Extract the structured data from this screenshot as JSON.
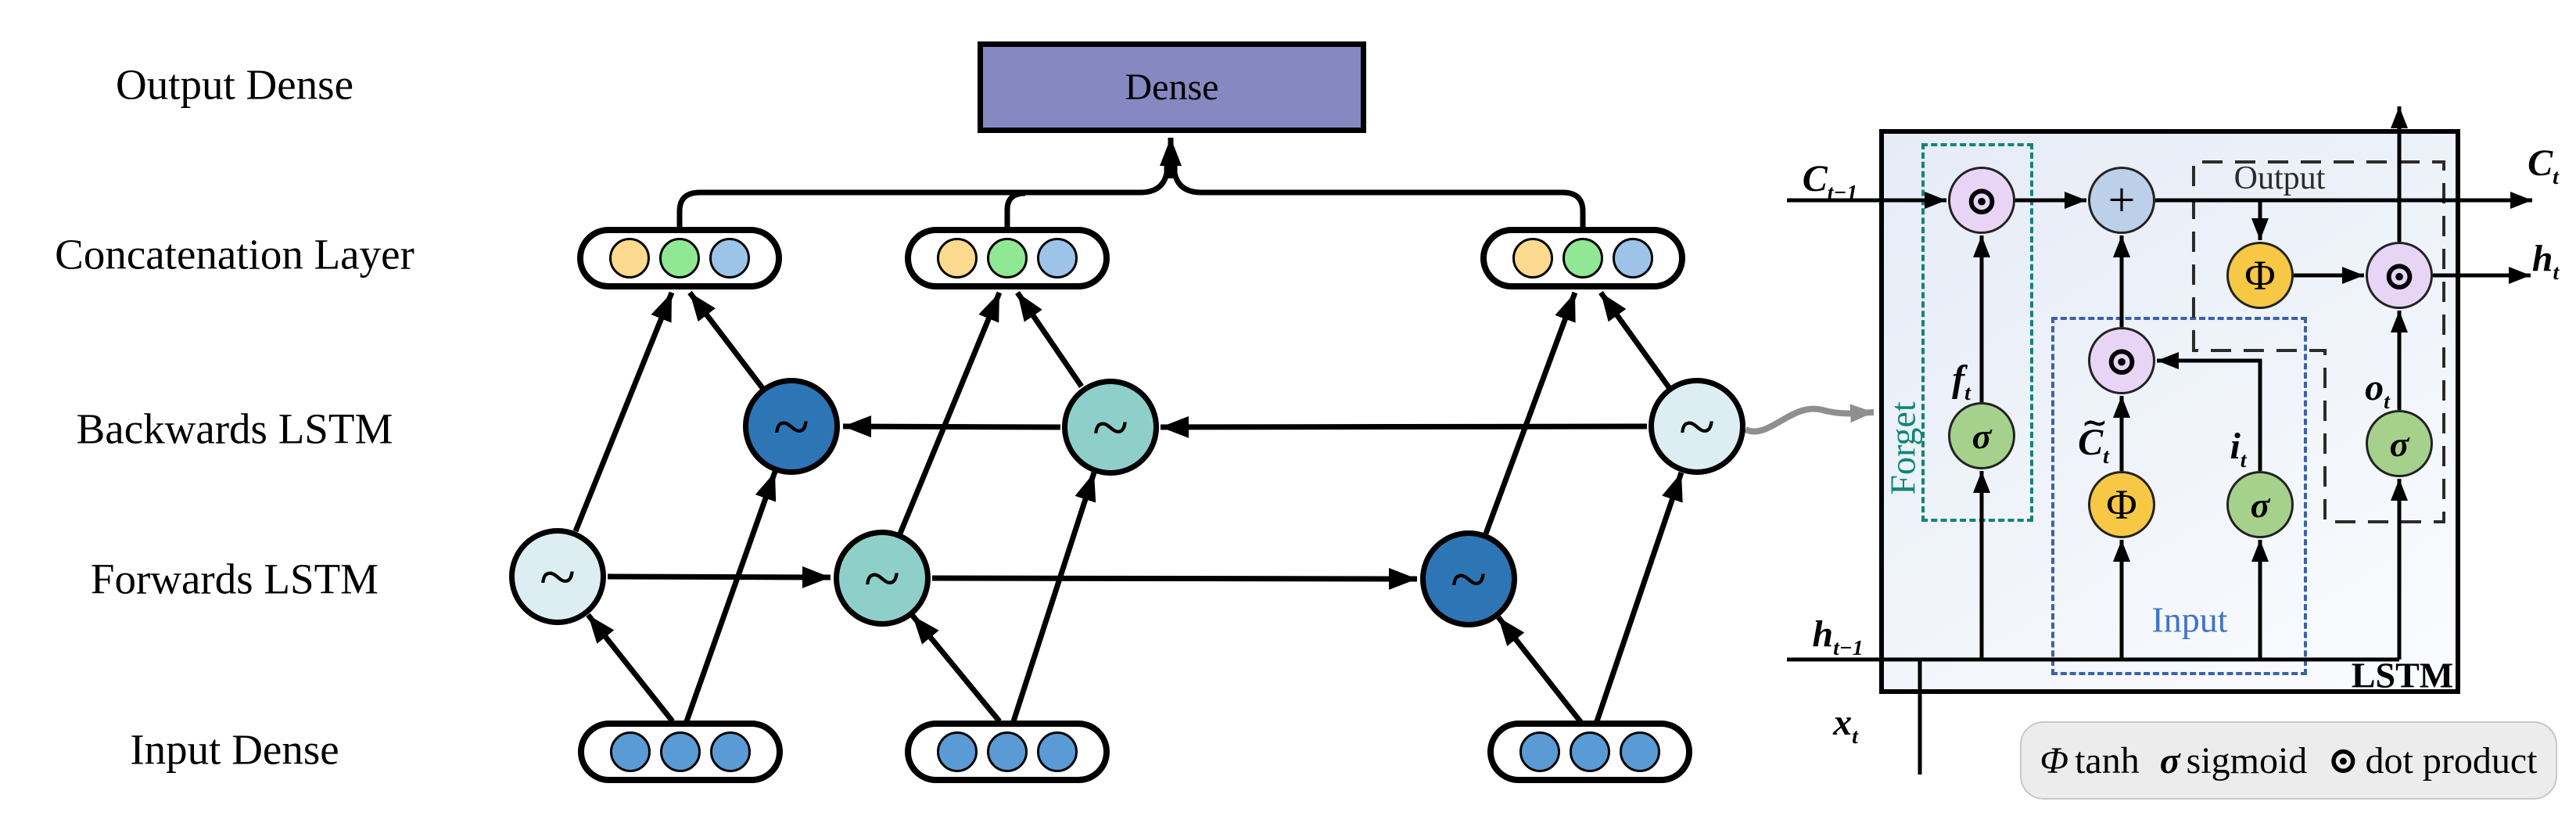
{
  "layer_labels": {
    "output_dense": "Output Dense",
    "concatenation": "Concatenation Layer",
    "backwards": "Backwards LSTM",
    "forwards": "Forwards LSTM",
    "input_dense": "Input Dense"
  },
  "dense_box": {
    "label": "Dense"
  },
  "glyphs": {
    "lstm_unit": "~",
    "sigmoid": "σ",
    "tanh": "Φ",
    "dot_product": "⊙",
    "sum": "+"
  },
  "cell": {
    "name": "LSTM",
    "gate_labels": {
      "forget": "Forget",
      "input": "Input",
      "output": "Output"
    },
    "signal_labels": {
      "c_prev": {
        "base": "C",
        "sub": "t−1"
      },
      "c_next": {
        "base": "C",
        "sub": "t"
      },
      "h_prev": {
        "base": "h",
        "sub": "t−1"
      },
      "h_next": {
        "base": "h",
        "sub": "t"
      },
      "x_t": {
        "base": "x",
        "sub": "t"
      },
      "f_t": {
        "base": "f",
        "sub": "t"
      },
      "i_t": {
        "base": "i",
        "sub": "t"
      },
      "o_t": {
        "base": "o",
        "sub": "t"
      },
      "c_tilde": {
        "base": "C",
        "tilde": "∼",
        "sub": "t"
      }
    }
  },
  "legend": {
    "items": [
      {
        "symbol": "Φ",
        "label": "tanh"
      },
      {
        "symbol": "σ",
        "label": "sigmoid"
      },
      {
        "symbol": "⊙",
        "label": "dot product"
      }
    ]
  },
  "colors": {
    "dense_fill": "#8588c1",
    "capsule_yellow": "#fbd98e",
    "capsule_green": "#90e894",
    "capsule_blue": "#9dc4e8",
    "input_neuron_blue": "#5b9bd5",
    "lstm_dark_blue": "#2e75b5",
    "lstm_teal": "#8fcfc9",
    "lstm_light": "#dceef1",
    "dot_product_fill": "#e8d5f6",
    "sum_fill": "#bdd0e9",
    "tanh_fill": "#f7c845",
    "sigmoid_fill": "#a6d18c",
    "forget_gate": "#108578",
    "input_gate": "#3a62a8",
    "output_gate": "#2b2b2b",
    "reference_arrow_gray": "#8f8f8f",
    "legend_bg": "#ececec"
  }
}
